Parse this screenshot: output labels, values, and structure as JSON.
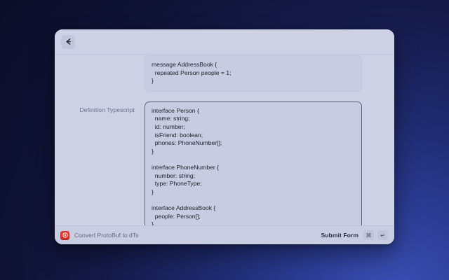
{
  "window": {
    "back_button_icon": "arrow-left-icon"
  },
  "form": {
    "fields": [
      {
        "label": "",
        "value": "message AddressBook {\n  repeated Person people = 1;\n}",
        "state": "scrolled-partial"
      },
      {
        "label": "Definition Typescript",
        "value": "interface Person {\n  name: string;\n  id: number;\n  isFriend: boolean;\n  phones: PhoneNumber[];\n}\n\ninterface PhoneNumber {\n  number: string;\n  type: PhoneType;\n}\n\ninterface AddressBook {\n  people: Person[];\n}",
        "state": "focused"
      }
    ]
  },
  "footer": {
    "app_icon": "record-circle-icon",
    "title": "Convert ProtoBuf to dTs",
    "submit_label": "Submit Form",
    "keys": [
      "⌘",
      "↵"
    ]
  },
  "colors": {
    "window_bg": "#cdd1e4",
    "field_bg": "#c8cce1",
    "accent_red": "#e8453c",
    "desktop_dark": "#0b0e28",
    "desktop_blue": "#3c52b8"
  }
}
